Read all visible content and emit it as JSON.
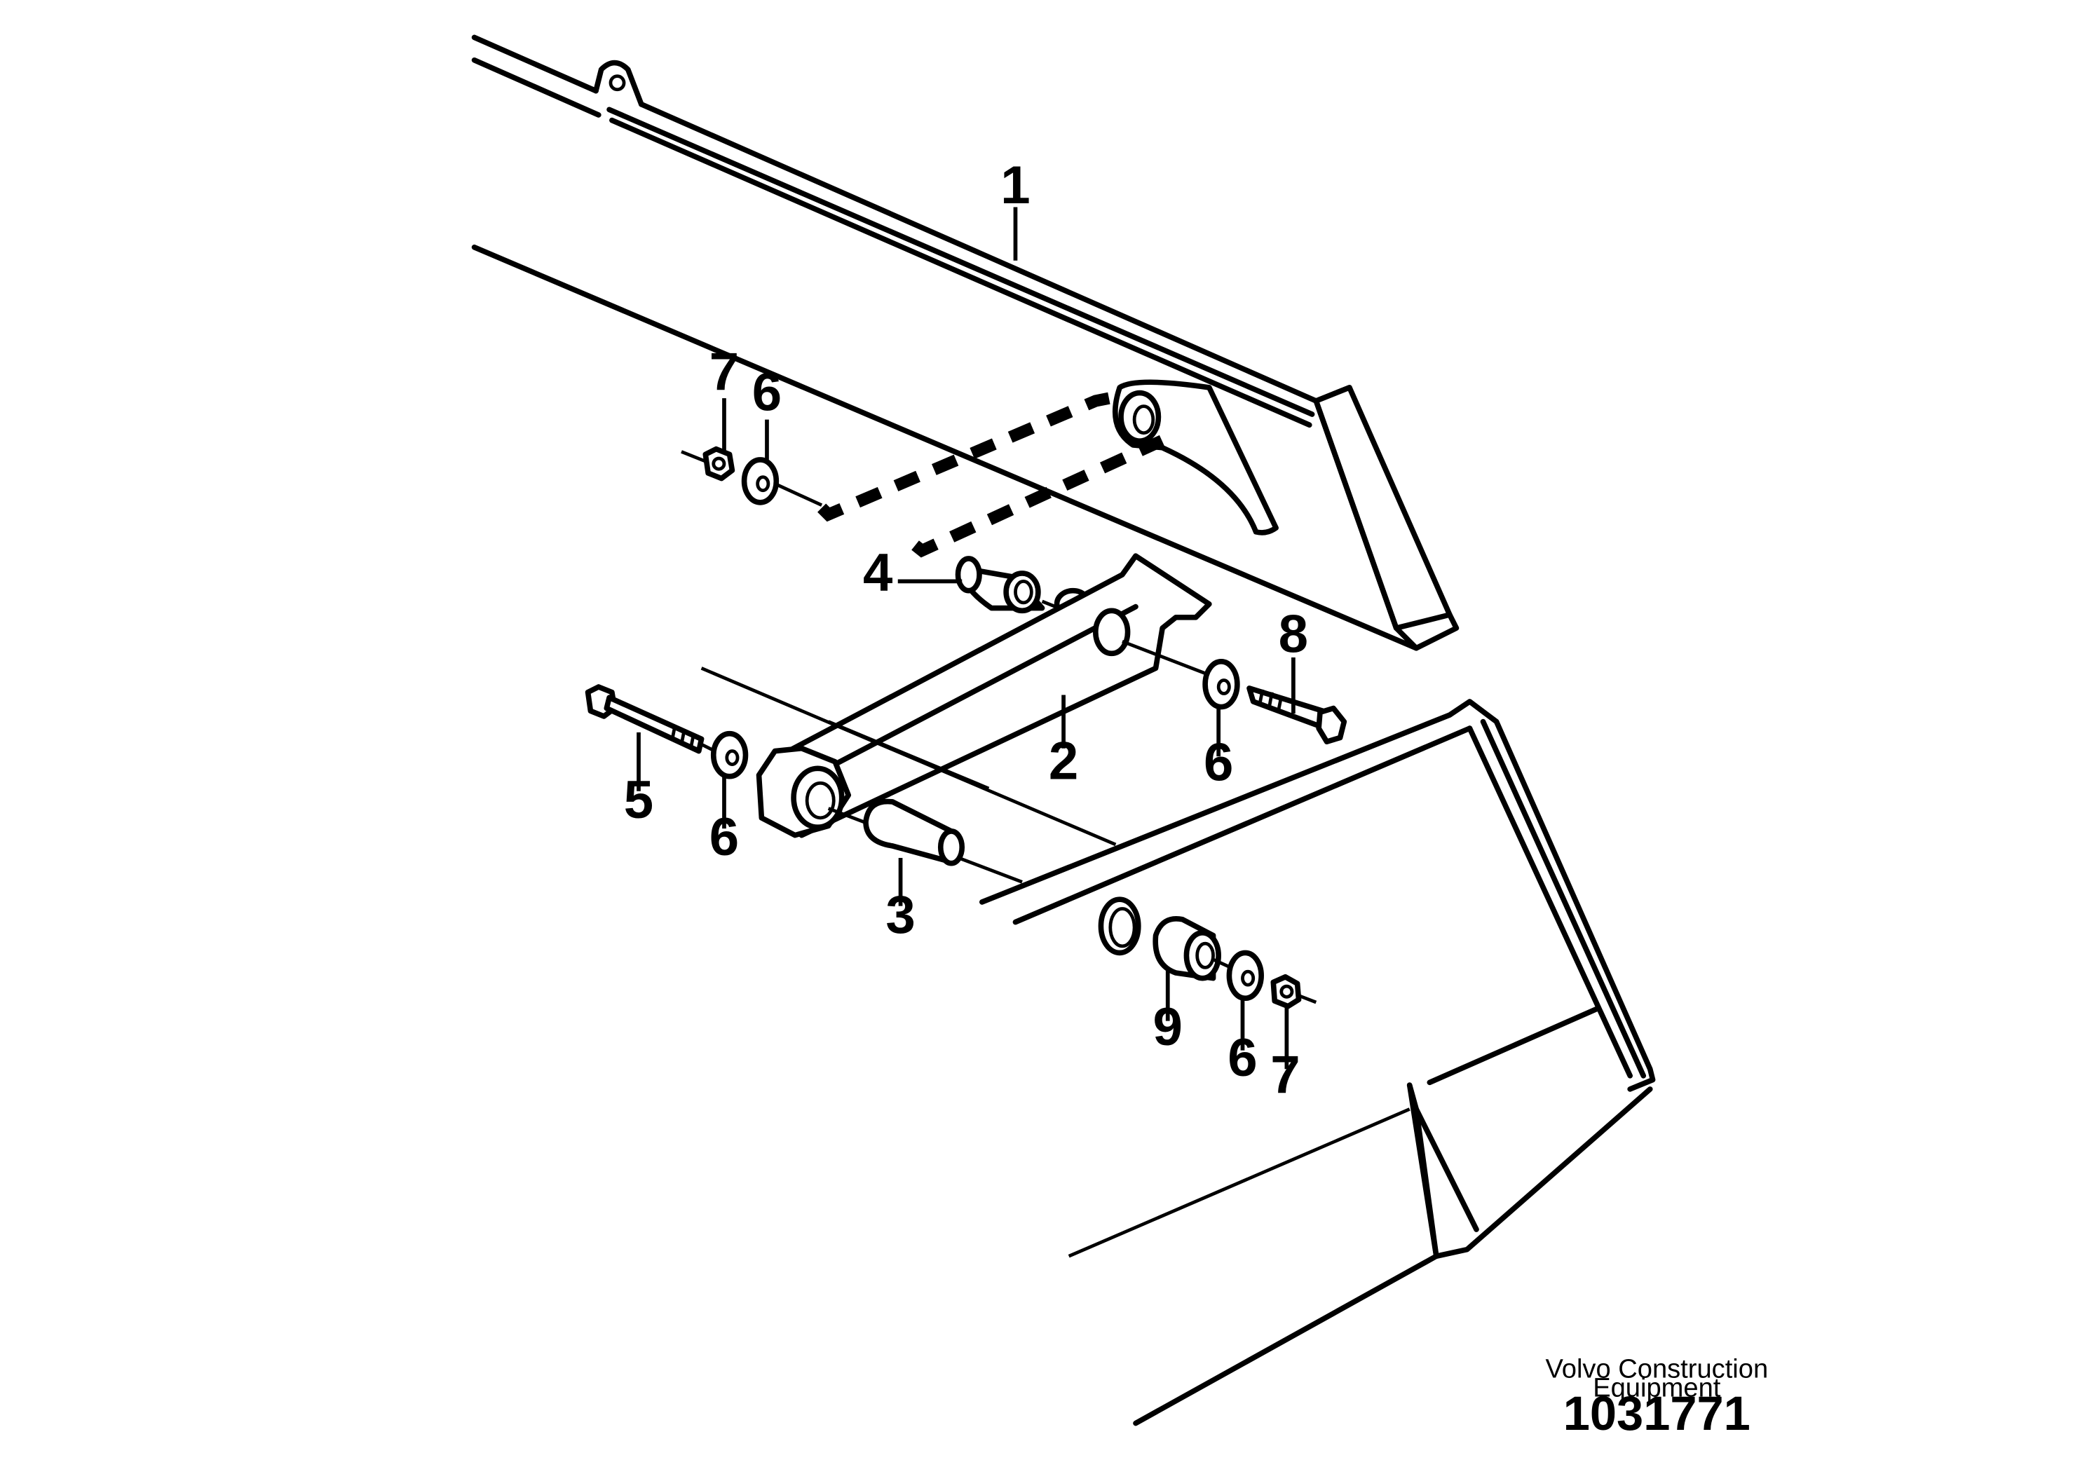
{
  "diagram": {
    "callouts": [
      {
        "id": "c1",
        "label": "1"
      },
      {
        "id": "c2",
        "label": "2"
      },
      {
        "id": "c3",
        "label": "3"
      },
      {
        "id": "c4",
        "label": "4"
      },
      {
        "id": "c5",
        "label": "5"
      },
      {
        "id": "c6a",
        "label": "6"
      },
      {
        "id": "c6b",
        "label": "6"
      },
      {
        "id": "c6c",
        "label": "6"
      },
      {
        "id": "c6d",
        "label": "6"
      },
      {
        "id": "c7a",
        "label": "7"
      },
      {
        "id": "c7b",
        "label": "7"
      },
      {
        "id": "c8",
        "label": "8"
      },
      {
        "id": "c9",
        "label": "9"
      }
    ]
  },
  "footer": {
    "brand_line1": "Volvo Construction",
    "brand_line2": "Equipment",
    "doc_number": "1031771"
  }
}
